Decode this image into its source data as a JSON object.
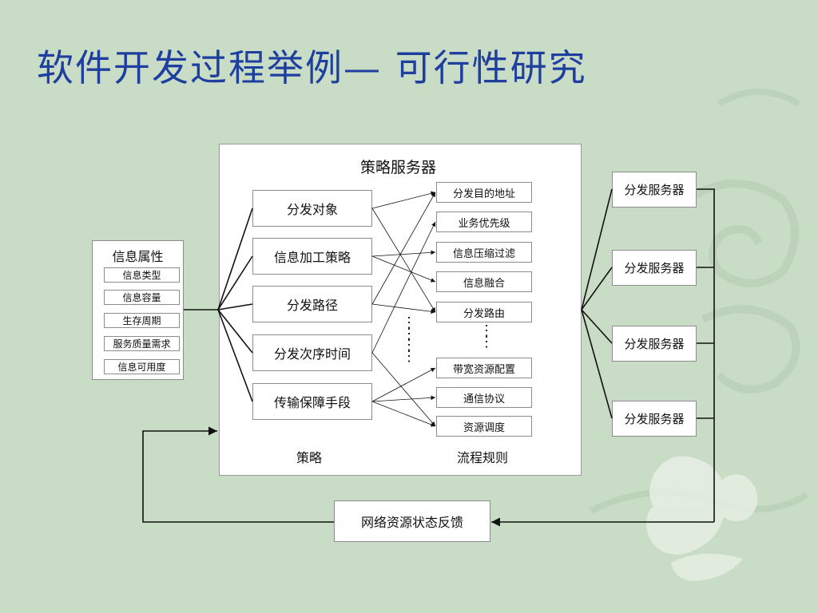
{
  "title": "软件开发过程举例— 可行性研究",
  "server_title": "策略服务器",
  "info_attributes": {
    "title": "信息属性",
    "items": [
      "信息类型",
      "信息容量",
      "生存周期",
      "服务质量需求",
      "信息可用度"
    ]
  },
  "strategies": [
    "分发对象",
    "信息加工策略",
    "分发路径",
    "分发次序时间",
    "传输保障手段"
  ],
  "rules": [
    "分发目的地址",
    "业务优先级",
    "信息压缩过滤",
    "信息融合",
    "分发路由",
    "带宽资源配置",
    "通信协议",
    "资源调度"
  ],
  "strategy_label": "策略",
  "rules_label": "流程规则",
  "ellipsis": "⋮",
  "dist_servers": [
    "分发服务器",
    "分发服务器",
    "分发服务器",
    "分发服务器"
  ],
  "feedback": "网络资源状态反馈",
  "colors": {
    "background": "#c9dcc6",
    "title": "#1f3f9f",
    "line": "#111111"
  }
}
